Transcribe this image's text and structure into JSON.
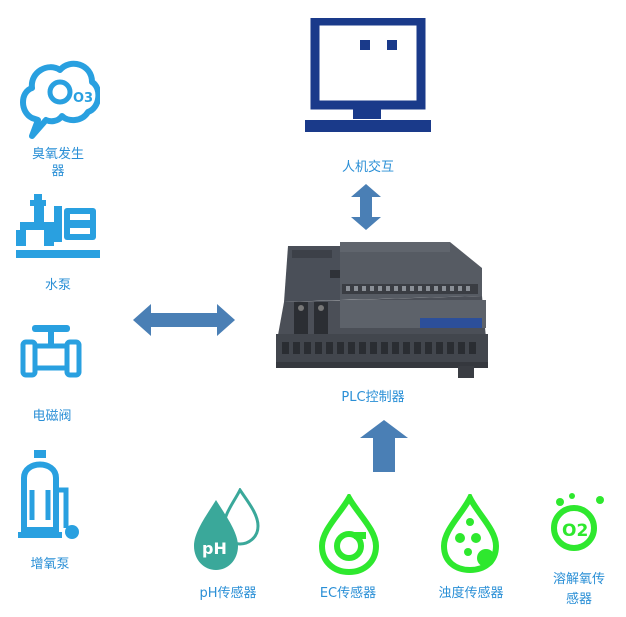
{
  "labels": {
    "hmi": "人机交互",
    "plc": "PLC控制器",
    "ozone_line1": "臭氧发生",
    "ozone_line2": "器",
    "pump": "水泵",
    "valve": "电磁阀",
    "aerator": "增氧泵",
    "ph": "pH传感器",
    "ec": "EC传感器",
    "turbidity": "浊度传感器",
    "do_line1": "溶解氧传",
    "do_line2": "感器"
  },
  "icon_text": {
    "ozone": "O3",
    "ph": "pH",
    "do": "O2"
  },
  "colors": {
    "label_text": "#2a8fd6",
    "monitor": "#1a3a8a",
    "arrow": "#4a7fb5",
    "actuator_icon": "#29a0e0",
    "sensor_green": "#2ee82e",
    "ph_teal": "#3aa89a"
  }
}
